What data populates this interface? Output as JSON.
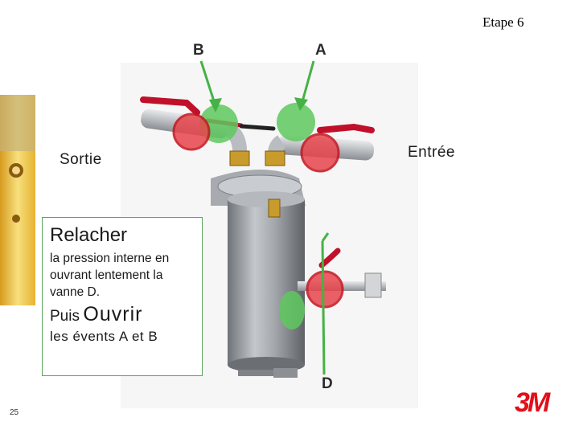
{
  "header": {
    "step": "Etape 6"
  },
  "valves": {
    "b": "B",
    "a": "A",
    "d": "D"
  },
  "labels": {
    "outlet": "Sortie",
    "inlet": "Entrée"
  },
  "instructions": {
    "heading": "Relacher",
    "body": "la pression interne en ouvrant lentement la vanne D.",
    "then": "Puis",
    "action": "Ouvrir",
    "vents": "les évents A et B"
  },
  "footer": {
    "page": "25",
    "logo": "3M"
  },
  "colors": {
    "open_marker": "#5ec85e",
    "closed_marker": "#e8444c",
    "arrow": "#45b245",
    "handle": "#c0102a",
    "housing": "#9a9ea4"
  }
}
